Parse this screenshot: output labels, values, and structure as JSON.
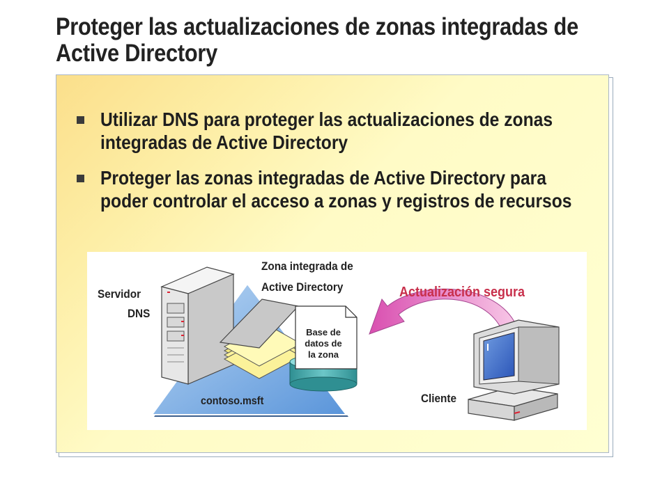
{
  "title": {
    "line1": "Proteger las actualizaciones de zonas integradas de",
    "line2": "Active Directory"
  },
  "bullets": [
    "Utilizar DNS para proteger las actualizaciones de zonas integradas de Active Directory",
    "Proteger las zonas integradas de Active Directory para poder controlar el acceso a zonas y registros de recursos"
  ],
  "diagram": {
    "server_label_1": "Servidor",
    "server_label_2": "DNS",
    "zone_label_1": "Zona integrada de",
    "zone_label_2": "Active Directory",
    "database_label_1": "Base de",
    "database_label_2": "datos de",
    "database_label_3": "la zona",
    "domain_label": "contoso.msft",
    "secure_update_label": "Actualización segura",
    "client_label": "Cliente"
  },
  "colors": {
    "accent": "#c8304c",
    "arrow": "#e06ab8",
    "triangle": "#7fb1e6",
    "database": "#4aa6a8",
    "folder": "#fbf29a"
  }
}
